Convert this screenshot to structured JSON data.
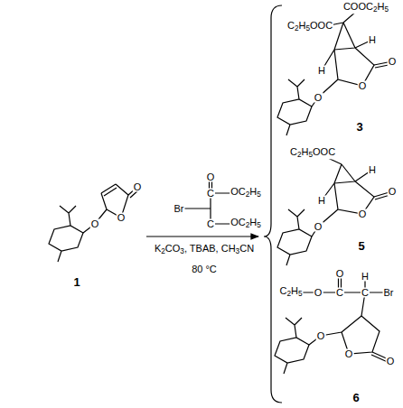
{
  "diagram": {
    "labels": [
      "O",
      "O",
      "O",
      "1",
      "O",
      "C",
      "OC2H5",
      "Br",
      "C",
      "OC2H5",
      "K2CO3, TBAB, CH3CN",
      "80 °C",
      "COOC2H5",
      "C2H5OOC",
      "H",
      "H",
      "O",
      "O",
      "O",
      "3",
      "C2H5OOC",
      "H",
      "H",
      "O",
      "O",
      "O",
      "5",
      "O",
      "C2H5",
      "O",
      "C",
      "H",
      "C",
      "Br",
      "O",
      "O",
      "O",
      "6"
    ]
  }
}
